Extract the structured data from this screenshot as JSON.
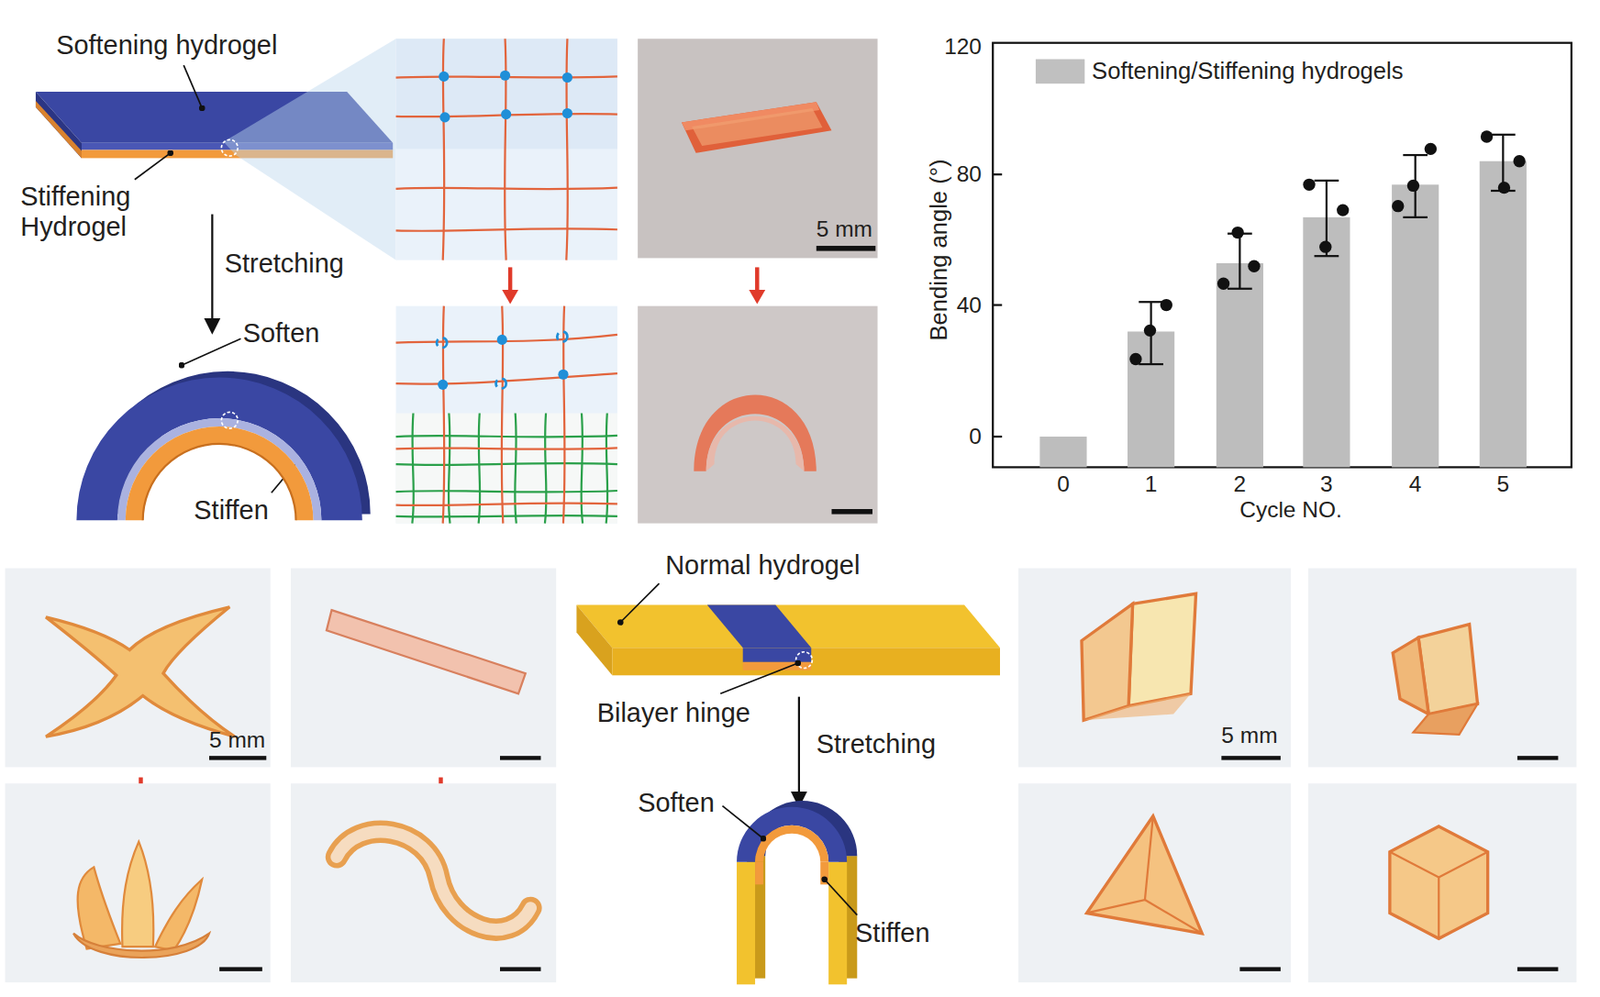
{
  "diagram": {
    "labels": [
      "Softening hydrogel",
      "Stiffening Hydrogel",
      "Stretching",
      "Soften",
      "Stiffen",
      "5 mm",
      "120",
      "80",
      "40",
      "0",
      "Bending angle (°)",
      "0",
      "1",
      "2",
      "3",
      "4",
      "5",
      "Cycle NO.",
      "5 mm",
      "Normal hydrogel",
      "Bilayer hinge",
      "Stretching",
      "Soften",
      "Stiffen",
      "5 mm"
    ],
    "legend": [
      {
        "text": "Softening/Stiffening hydrogels",
        "color": "#c0c0c0"
      }
    ]
  }
}
